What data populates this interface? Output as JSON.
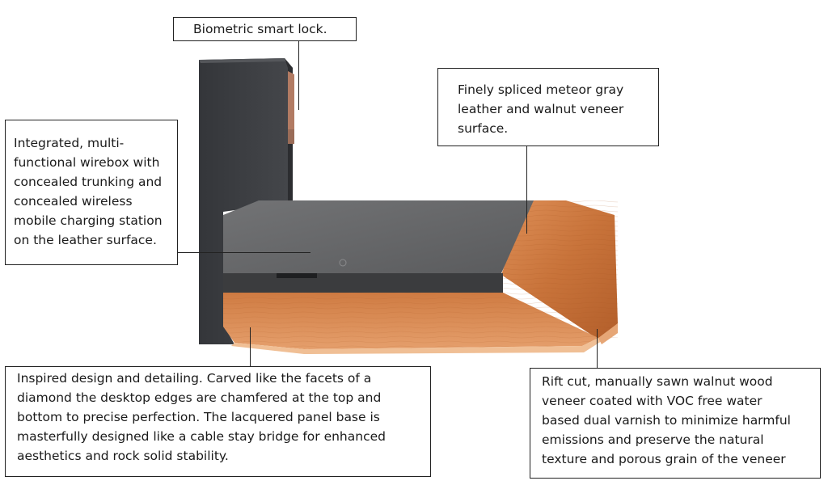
{
  "annotations": {
    "lock": "Biometric smart lock.",
    "leather": "Finely spliced meteor gray\nleather and walnut veneer\nsurface.",
    "wirebox": "Integrated, multi-\nfunctional wirebox with\nconcealed trunking and\nconcealed wireless\nmobile charging station\non the leather surface.",
    "design": "Inspired design and detailing. Carved like the facets of a\ndiamond the desktop edges are chamfered at the top and\nbottom to precise perfection. The lacquered panel base is\nmasterfully designed like a cable stay bridge for enhanced\naesthetics and rock solid stability.",
    "veneer": "Rift cut, manually sawn walnut wood\nveneer coated with VOC free water\nbased dual varnish to minimize harmful\nemissions and preserve the natural\ntexture and porous grain of the veneer"
  },
  "colors": {
    "leather_top": "#666769",
    "leather_edge": "#3b3c3e",
    "walnut_light": "#d9874e",
    "walnut_dark": "#b5612c",
    "panel_dark": "#3a3c40",
    "panel_edge": "#b27b63",
    "outline": "#222222"
  }
}
